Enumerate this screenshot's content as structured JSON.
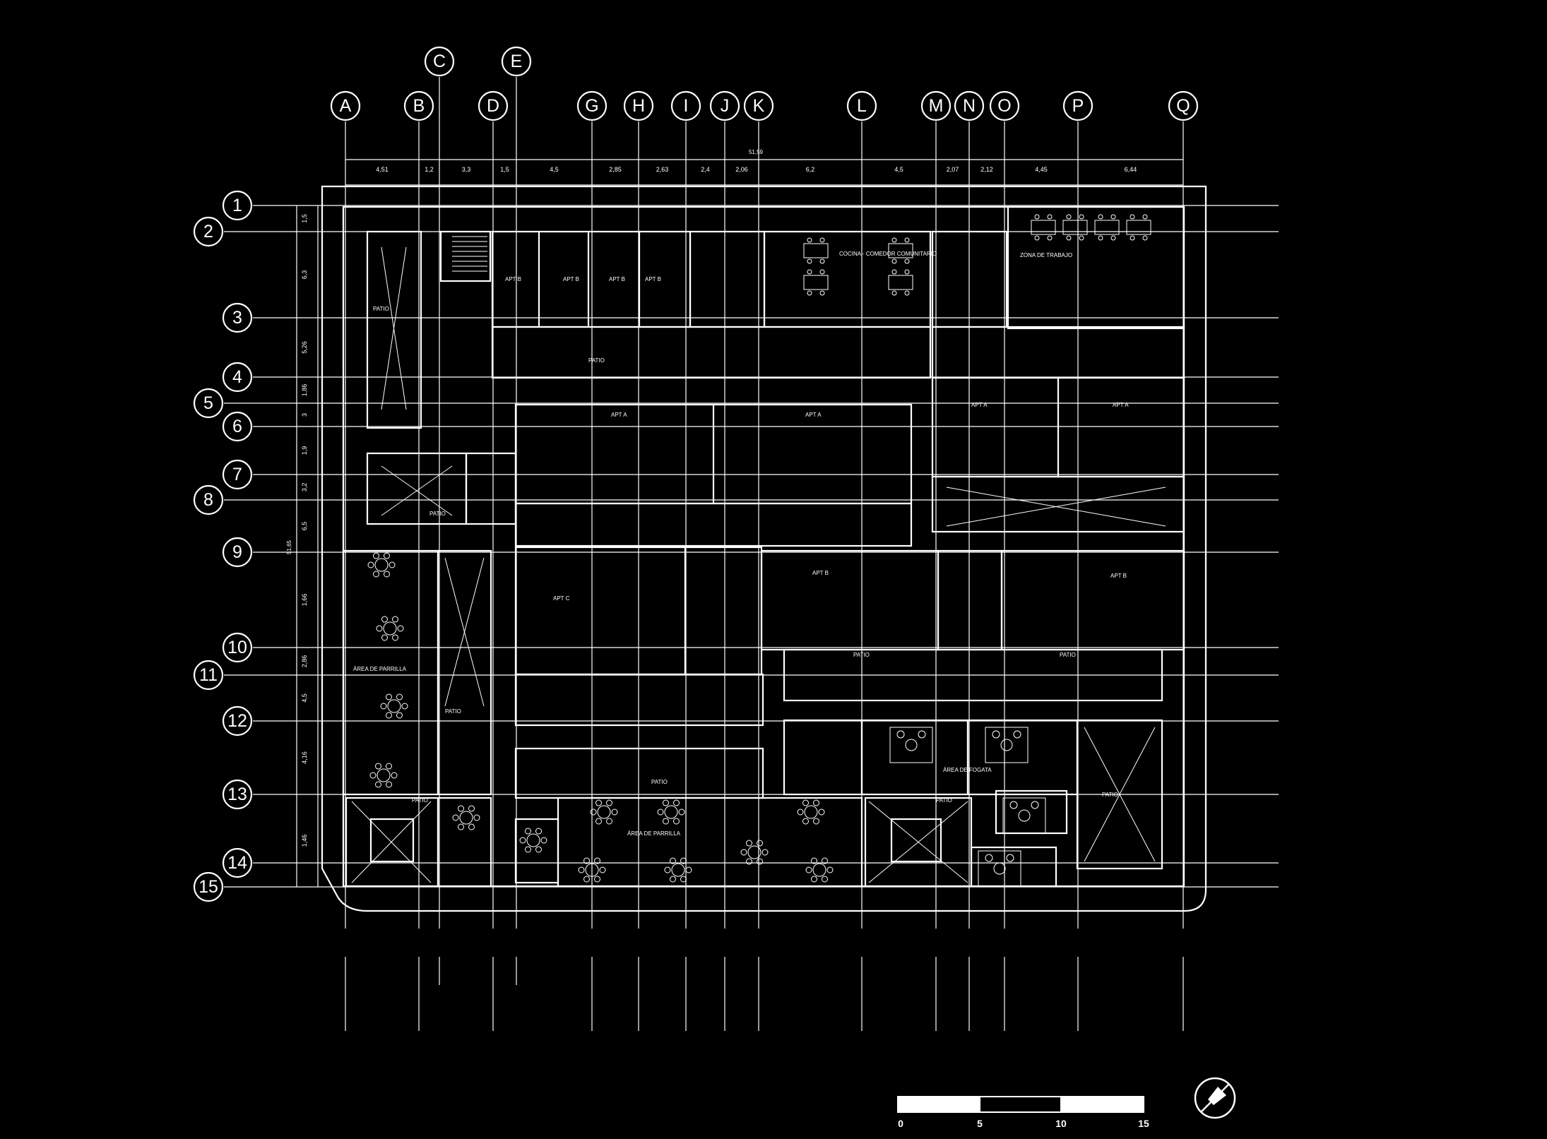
{
  "grid_columns": [
    "A",
    "B",
    "C",
    "D",
    "E",
    "G",
    "H",
    "I",
    "J",
    "K",
    "L",
    "M",
    "N",
    "O",
    "P",
    "Q"
  ],
  "grid_rows": [
    "1",
    "2",
    "3",
    "4",
    "5",
    "6",
    "7",
    "8",
    "9",
    "10",
    "11",
    "12",
    "13",
    "14",
    "15"
  ],
  "dimensions_top": [
    "4,51",
    "1,2",
    "3,3",
    "1,5",
    "4,5",
    "2,85",
    "2,63",
    "2,4",
    "2,06",
    "6,2",
    "4,5",
    "2,07",
    "2,12",
    "4,45",
    "6,44"
  ],
  "overall_width": "51,59",
  "dimensions_left": [
    "1,5",
    "6,3",
    "5,26",
    "1,86",
    "3",
    "1,9",
    "3,2",
    "6,5",
    "1,66",
    "2,86",
    "4,5",
    "4,16",
    "1,46"
  ],
  "overall_height": "51,65",
  "room_labels": {
    "cocina": "COCINA - COMEDOR COMUNITARIO",
    "zona_trabajo": "ZONA DE TRABAJO",
    "area_parrilla_1": "ÁREA DE PARRILLA",
    "area_parrilla_2": "ÁREA DE PARRILLA",
    "area_fogata": "ÁREA DE FOGATA",
    "patio": "PATIO",
    "apt_a": "APT A",
    "apt_b": "APT B",
    "apt_c": "APT C"
  },
  "scale_bar": {
    "labels": [
      "0",
      "5",
      "10",
      "15"
    ]
  },
  "north_arrow_icon": "north-arrow-icon",
  "colors": {
    "background": "#000000",
    "lines": "#ffffff"
  }
}
